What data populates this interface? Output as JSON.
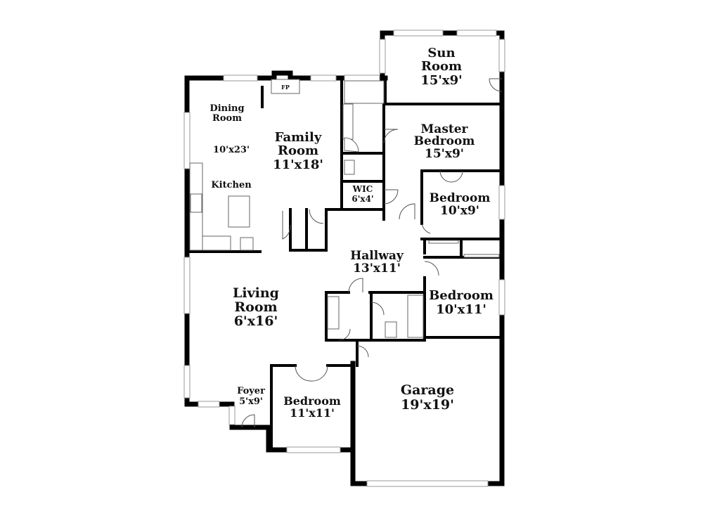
{
  "rooms": {
    "sun_room": {
      "name_line1": "Sun",
      "name_line2": "Room",
      "size": "15'x9'"
    },
    "master_bedroom": {
      "name_line1": "Master",
      "name_line2": "Bedroom",
      "size": "15'x9'"
    },
    "family_room": {
      "name_line1": "Family",
      "name_line2": "Room",
      "size": "11'x18'"
    },
    "dining_room": {
      "name_line1": "Dining",
      "name_line2": "Room",
      "size": "10'x23'"
    },
    "kitchen": {
      "name": "Kitchen"
    },
    "fireplace": {
      "label": "FP"
    },
    "wic": {
      "name": "WIC",
      "size": "6'x4'"
    },
    "bedroom_a": {
      "name": "Bedroom",
      "size": "10'x9'"
    },
    "hallway": {
      "name": "Hallway",
      "size": "13'x11'"
    },
    "bedroom_b": {
      "name": "Bedroom",
      "size": "10'x11'"
    },
    "living_room": {
      "name_line1": "Living",
      "name_line2": "Room",
      "size": "6'x16'"
    },
    "foyer": {
      "name": "Foyer",
      "size": "5'x9'"
    },
    "bedroom_c": {
      "name": "Bedroom",
      "size": "11'x11'"
    },
    "garage": {
      "name": "Garage",
      "size": "19'x19'"
    }
  }
}
